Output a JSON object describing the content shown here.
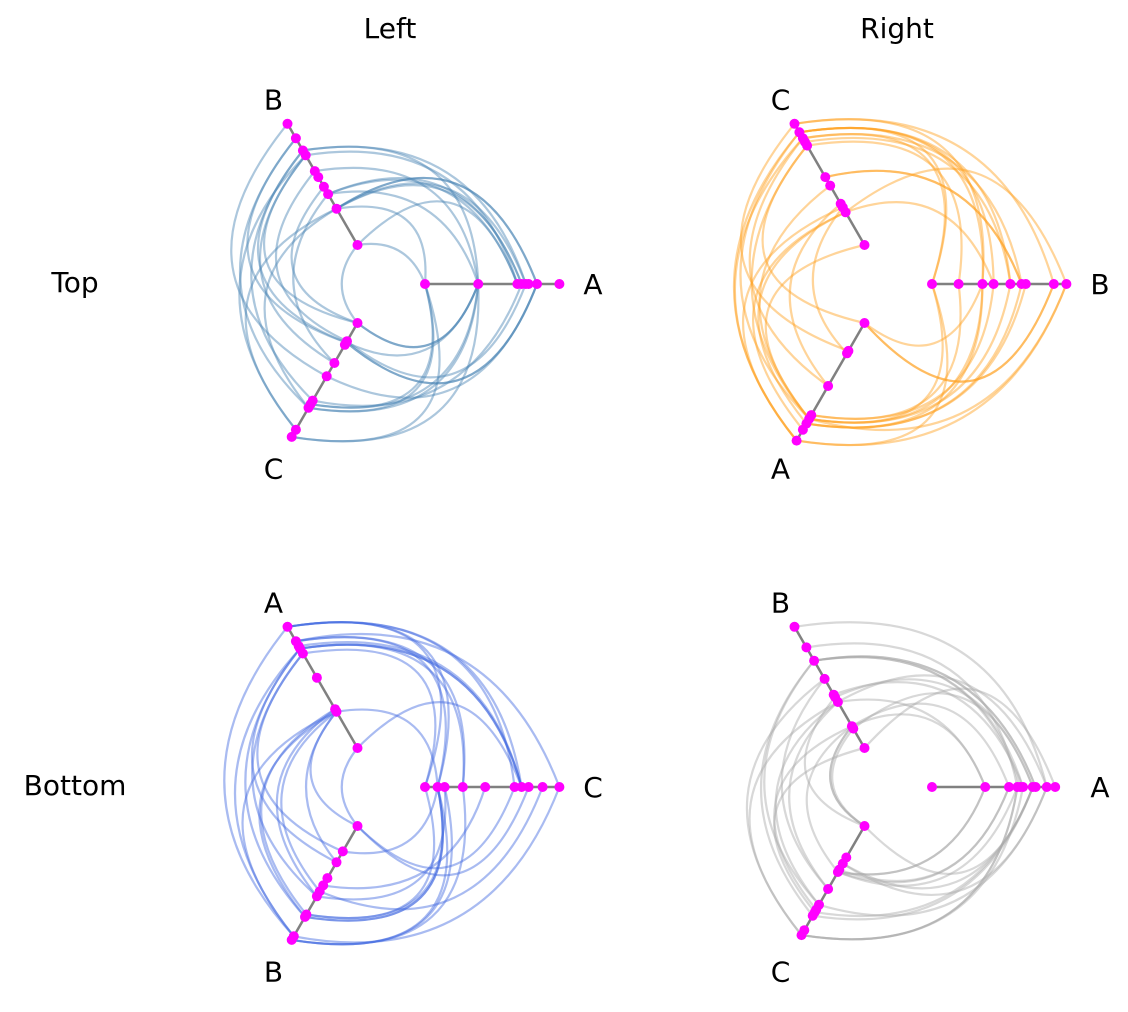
{
  "figure": {
    "column_titles": [
      "Left",
      "Right"
    ],
    "row_titles": [
      "Top",
      "Bottom"
    ]
  },
  "colors": {
    "axis": "#808080",
    "node": "#ff00ff"
  },
  "chart_data": [
    {
      "type": "hive-plot",
      "panel": "Top-Left",
      "edge_color": "#4682b4",
      "axes": [
        {
          "label": "A",
          "angle_deg": 0,
          "node_positions": [
            0.0,
            0.38,
            0.66,
            0.69,
            0.72,
            0.74,
            0.8,
            0.96
          ]
        },
        {
          "label": "B",
          "angle_deg": 120,
          "node_positions": [
            0.0,
            0.3,
            0.42,
            0.48,
            0.56,
            0.61,
            0.74,
            0.78,
            0.88,
            1.0
          ]
        },
        {
          "label": "C",
          "angle_deg": 240,
          "node_positions": [
            0.0,
            0.15,
            0.16,
            0.18,
            0.33,
            0.44,
            0.64,
            0.67,
            0.7,
            0.88,
            0.94
          ]
        }
      ],
      "edges_per_axis_pair": 14
    },
    {
      "type": "hive-plot",
      "panel": "Top-Right",
      "edge_color": "#ff9f1c",
      "axes": [
        {
          "label": "B",
          "angle_deg": 0,
          "node_positions": [
            0.0,
            0.19,
            0.36,
            0.44,
            0.56,
            0.64,
            0.67,
            0.87,
            0.96
          ]
        },
        {
          "label": "C",
          "angle_deg": 120,
          "node_positions": [
            0.0,
            0.27,
            0.31,
            0.34,
            0.49,
            0.56,
            0.82,
            0.85,
            0.88,
            0.93,
            1.0
          ]
        },
        {
          "label": "A",
          "angle_deg": 240,
          "node_positions": [
            0.0,
            0.23,
            0.25,
            0.52,
            0.76,
            0.79,
            0.83,
            0.88,
            0.97
          ]
        }
      ],
      "edges_per_axis_pair": 14
    },
    {
      "type": "hive-plot",
      "panel": "Bottom-Left",
      "edge_color": "#4169e1",
      "axes": [
        {
          "label": "C",
          "angle_deg": 0,
          "node_positions": [
            0.0,
            0.09,
            0.14,
            0.27,
            0.43,
            0.64,
            0.69,
            0.74,
            0.84,
            0.96
          ]
        },
        {
          "label": "A",
          "angle_deg": 120,
          "node_positions": [
            0.0,
            0.3,
            0.32,
            0.58,
            0.78,
            0.82,
            0.84,
            0.88,
            1.0
          ]
        },
        {
          "label": "B",
          "angle_deg": 240,
          "node_positions": [
            0.0,
            0.21,
            0.3,
            0.43,
            0.49,
            0.54,
            0.58,
            0.73,
            0.75,
            0.91,
            0.94
          ]
        }
      ],
      "edges_per_axis_pair": 14
    },
    {
      "type": "hive-plot",
      "panel": "Bottom-Right",
      "edge_color": "#a9a9a9",
      "axes": [
        {
          "label": "A",
          "angle_deg": 0,
          "node_positions": [
            0.0,
            0.38,
            0.55,
            0.61,
            0.63,
            0.65,
            0.72,
            0.74,
            0.82,
            0.88
          ]
        },
        {
          "label": "B",
          "angle_deg": 120,
          "node_positions": [
            0.0,
            0.16,
            0.18,
            0.38,
            0.42,
            0.44,
            0.57,
            0.72,
            0.83,
            1.0
          ]
        },
        {
          "label": "C",
          "angle_deg": 240,
          "node_positions": [
            0.0,
            0.26,
            0.31,
            0.36,
            0.38,
            0.52,
            0.65,
            0.69,
            0.71,
            0.74,
            0.86,
            0.9
          ]
        }
      ],
      "edges_per_axis_pair": 14
    }
  ]
}
